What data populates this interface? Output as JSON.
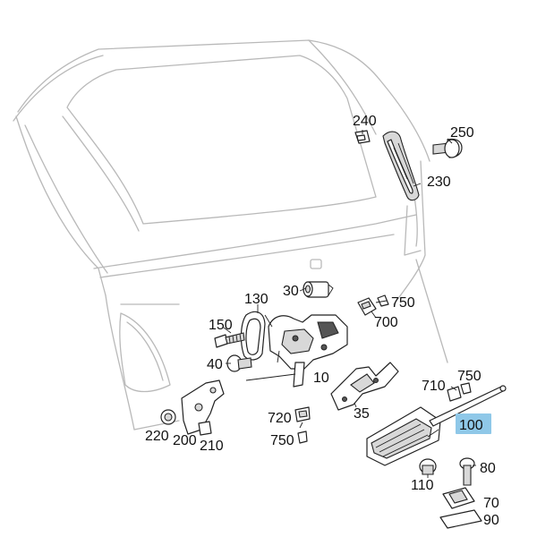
{
  "diagram": {
    "highlight_color": "#8fc8e8",
    "callouts": [
      {
        "id": "240",
        "label": "240"
      },
      {
        "id": "250",
        "label": "250"
      },
      {
        "id": "230",
        "label": "230"
      },
      {
        "id": "130",
        "label": "130"
      },
      {
        "id": "30",
        "label": "30"
      },
      {
        "id": "750a",
        "label": "750"
      },
      {
        "id": "150",
        "label": "150"
      },
      {
        "id": "700",
        "label": "700"
      },
      {
        "id": "40",
        "label": "40"
      },
      {
        "id": "10",
        "label": "10"
      },
      {
        "id": "710",
        "label": "710"
      },
      {
        "id": "750b",
        "label": "750"
      },
      {
        "id": "35",
        "label": "35"
      },
      {
        "id": "720",
        "label": "720"
      },
      {
        "id": "100",
        "label": "100",
        "highlighted": true
      },
      {
        "id": "750c",
        "label": "750"
      },
      {
        "id": "220",
        "label": "220"
      },
      {
        "id": "200",
        "label": "200"
      },
      {
        "id": "210",
        "label": "210"
      },
      {
        "id": "80",
        "label": "80"
      },
      {
        "id": "110",
        "label": "110"
      },
      {
        "id": "70",
        "label": "70"
      },
      {
        "id": "90",
        "label": "90"
      }
    ]
  }
}
